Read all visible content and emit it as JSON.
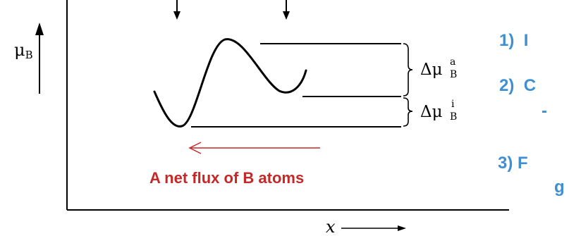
{
  "axes": {
    "y_symbol": "μ",
    "y_subscript": "B",
    "x_symbol": "x"
  },
  "potential_labels": {
    "activation": {
      "symbol": "Δμ",
      "subscript": "B",
      "superscript": "a"
    },
    "interface": {
      "symbol": "Δμ",
      "subscript": "B",
      "superscript": "i"
    }
  },
  "flux": {
    "label": "A net flux of B atoms",
    "color": "#c62828"
  },
  "list": {
    "color": "#3f8fd2",
    "items": [
      {
        "number": "1)",
        "text": "I"
      },
      {
        "number": "2)",
        "text": "C"
      },
      {
        "number": "3)",
        "text": "F"
      }
    ],
    "item2_continuation": "-",
    "item3_continuation": "g"
  }
}
